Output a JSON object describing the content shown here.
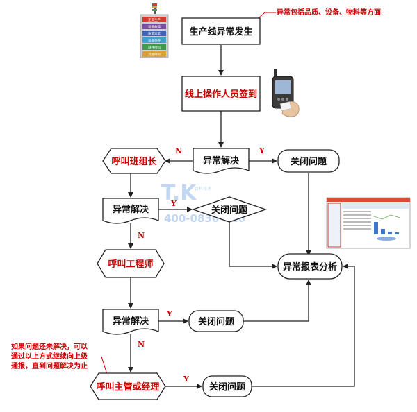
{
  "nodes": {
    "start": "生产线异常发生",
    "signin": "线上操作人员签到",
    "resolve1": "异常解决",
    "close1": "关闭问题",
    "call_leader": "呼叫班组长",
    "resolve2": "异常解决",
    "close2": "关闭问题",
    "call_engineer": "呼叫工程师",
    "resolve3": "异常解决",
    "close3": "关闭问题",
    "call_manager": "呼叫主管或经理",
    "close4": "关闭问题",
    "report": "异常报表分析"
  },
  "branch_labels": {
    "n1": "N",
    "y1": "Y",
    "n2": "N",
    "y2": "Y",
    "n3": "N",
    "y3": "Y",
    "y4": "Y"
  },
  "notes": {
    "top_note": "异常包括品质、设备、物料等方面",
    "side_note_lines": [
      "如果问题还未解决，可以",
      "通过以上方式继续向上级",
      "通报，直到问题解决为止"
    ]
  },
  "andon_panel": [
    "正常生产",
    "设备故障",
    "质量异常",
    "设备保养",
    "缺件待料",
    "其他呼叫"
  ],
  "watermark": {
    "logo": "T.K",
    "tag": "百科技术",
    "phone": "400-0830-116"
  },
  "colors": {
    "arrow": "#222222",
    "accent_red": "#cc0000",
    "andon": [
      "#d43a2f",
      "#7b4ea3",
      "#3e62b8",
      "#3aa3c9",
      "#3c9c4c",
      "#e0a030"
    ]
  }
}
